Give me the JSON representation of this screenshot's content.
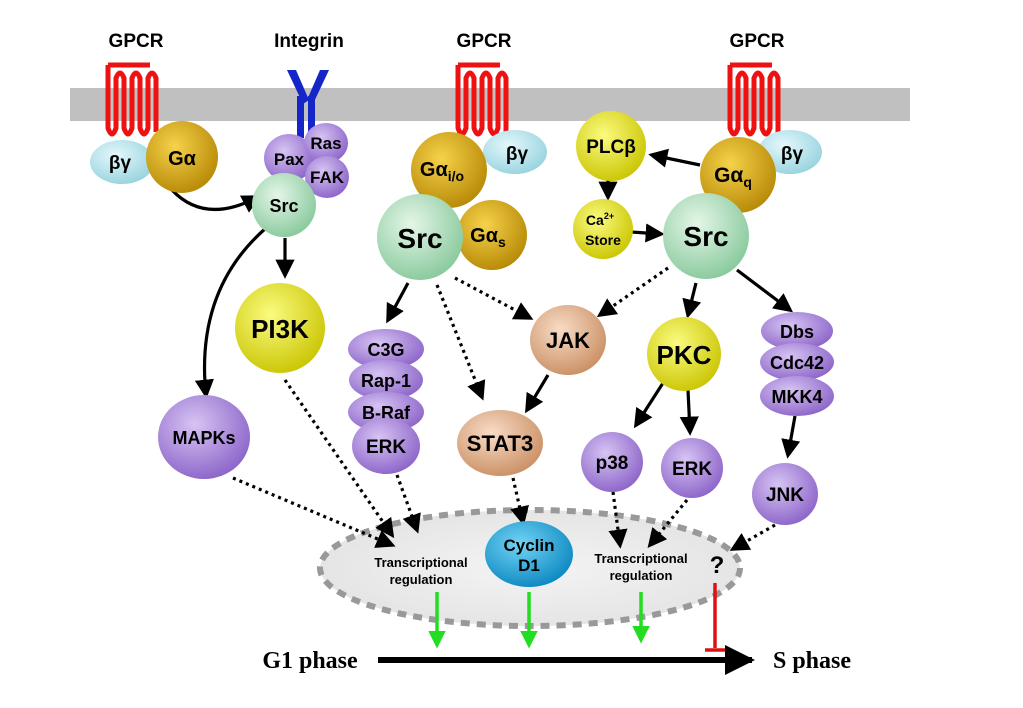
{
  "receptors": {
    "gpcr_1": "GPCR",
    "integrin": "Integrin",
    "gpcr_2": "GPCR",
    "gpcr_3": "GPCR"
  },
  "left_module": {
    "beta_gamma": "βγ",
    "g_alpha": "Gα",
    "pax": "Pax",
    "ras": "Ras",
    "fak": "FAK",
    "src": "Src",
    "pi3k": "PI3K",
    "mapks": "MAPKs"
  },
  "middle_module": {
    "beta_gamma": "βγ",
    "g_alpha_io_main": "Gα",
    "g_alpha_io_sub": "i/o",
    "src": "Src",
    "g_alpha_s_main": "Gα",
    "g_alpha_s_sub": "s",
    "c3g": "C3G",
    "rap1": "Rap-1",
    "braf": "B-Raf",
    "erk": "ERK",
    "jak": "JAK",
    "stat3": "STAT3"
  },
  "right_module": {
    "beta_gamma": "βγ",
    "plc_beta": "PLCβ",
    "g_alpha_q_main": "Gα",
    "g_alpha_q_sub": "q",
    "ca_main": "Ca",
    "ca_sup": "2+",
    "store": "Store",
    "src": "Src",
    "pkc": "PKC",
    "dbs": "Dbs",
    "cdc42": "Cdc42",
    "mkk4": "MKK4",
    "p38": "p38",
    "erk": "ERK",
    "jnk": "JNK"
  },
  "nucleus": {
    "transcription_left_line1": "Transcriptional",
    "transcription_left_line2": "regulation",
    "cyclin_line1": "Cyclin",
    "cyclin_line2": "D1",
    "transcription_right_line1": "Transcriptional",
    "transcription_right_line2": "regulation",
    "unknown": "?"
  },
  "cell_cycle": {
    "g1_label": "G1 phase",
    "s_label": "S phase"
  },
  "colors": {
    "membrane": "#c0c0c0",
    "receptor": "#ee1111",
    "integrin": "#1426c8",
    "beta_gamma": "#b4e4ee",
    "g_alpha": "#c99a06",
    "src": "#a6dcb4",
    "pi3k_pkc": "#e3e000",
    "purple": "#a07bd8",
    "jak_stat": "#e4b088",
    "cyclin": "#12a4dc",
    "activation": "#22dd22",
    "inhibition": "#dd1111"
  }
}
